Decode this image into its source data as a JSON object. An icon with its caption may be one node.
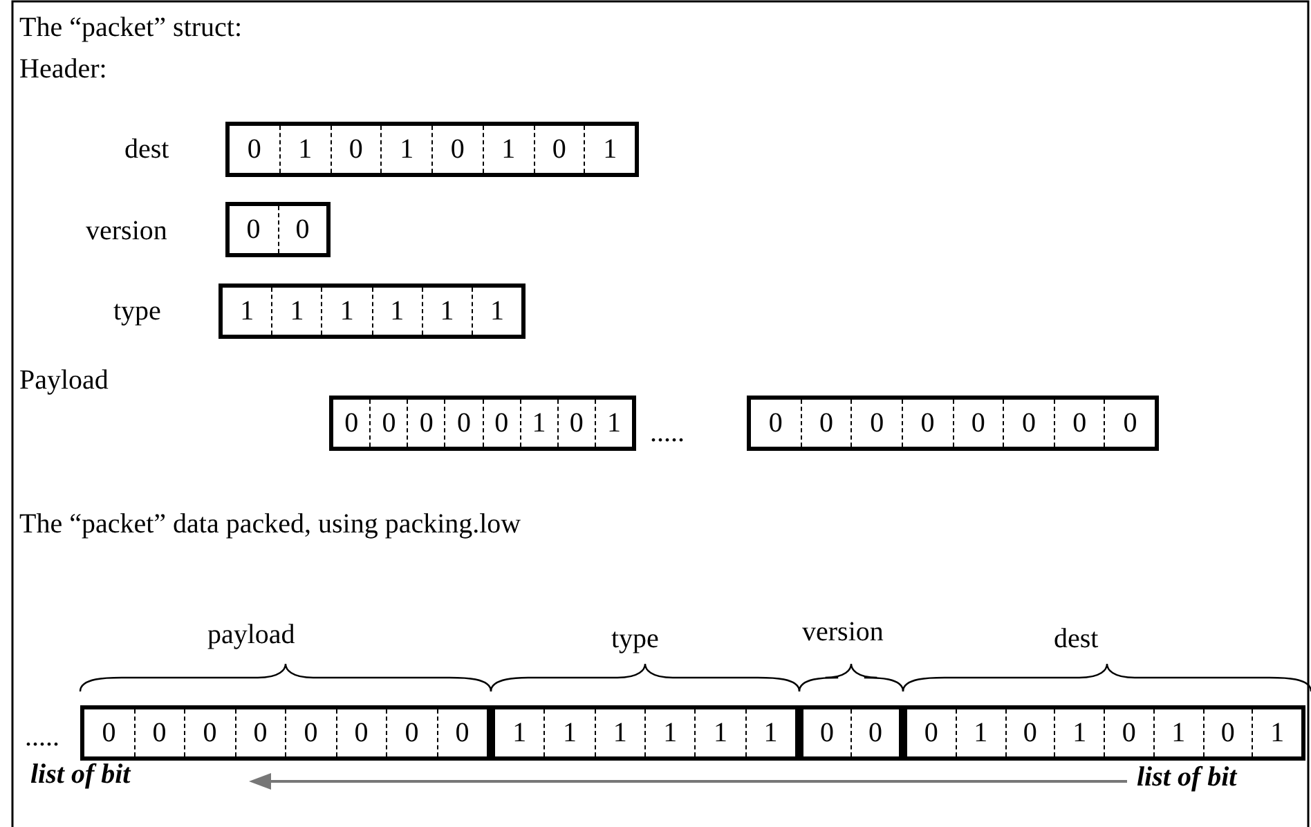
{
  "diagram": {
    "nodes": [
      {
        "text": [
          "0",
          "1",
          "0",
          "1",
          "0",
          "1",
          "0",
          "1"
        ]
      },
      {
        "text": [
          "0",
          "0"
        ]
      },
      {
        "text": [
          "1",
          "1",
          "1",
          "1",
          "1",
          "1"
        ]
      },
      {
        "text": [
          "0",
          "0",
          "0",
          "0",
          "0",
          "1",
          "0",
          "1"
        ]
      },
      {
        "text": [
          "0",
          "0",
          "0",
          "0",
          "0",
          "0",
          "0",
          "0"
        ]
      },
      {
        "text": [
          "0",
          "0",
          "0",
          "0",
          "0",
          "0",
          "0",
          "0"
        ]
      },
      {
        "text": [
          "1",
          "1",
          "1",
          "1",
          "1",
          "1"
        ]
      },
      {
        "text": [
          "0",
          "0"
        ]
      },
      {
        "text": [
          "0",
          "1",
          "0",
          "1",
          "0",
          "1",
          "0",
          "1"
        ]
      }
    ],
    "edges": [],
    "labels": [
      "The “packet” struct:",
      "Header:",
      "dest",
      "version",
      "type",
      "Payload",
      ".....",
      "The “packet” data packed, using packing.low",
      "payload",
      "type",
      "version",
      "dest",
      ".....",
      "list of bit",
      "list of bit"
    ]
  }
}
